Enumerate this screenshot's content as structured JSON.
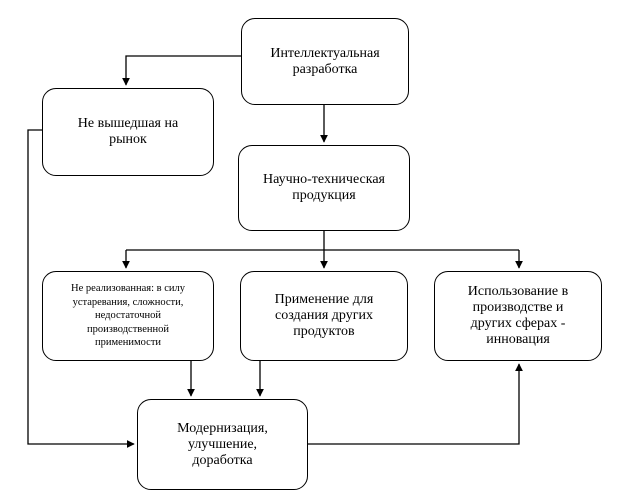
{
  "nodes": {
    "intellectual": "Интеллектуальная\nразработка",
    "not_on_market": "Не вышедшая на\nрынок",
    "sci_tech": "Научно-техническая\nпродукция",
    "not_realized": "Не реализованная: в силу\nустаревания, сложности,\nнедостаточной\nпроизводственной\nприменимости",
    "application": "Применение для\nсоздания других\nпродуктов",
    "usage": "Использование в\nпроизводстве и\nдругих сферах -\nинновация",
    "modernization": "Модернизация,\nулучшение,\nдоработка"
  }
}
